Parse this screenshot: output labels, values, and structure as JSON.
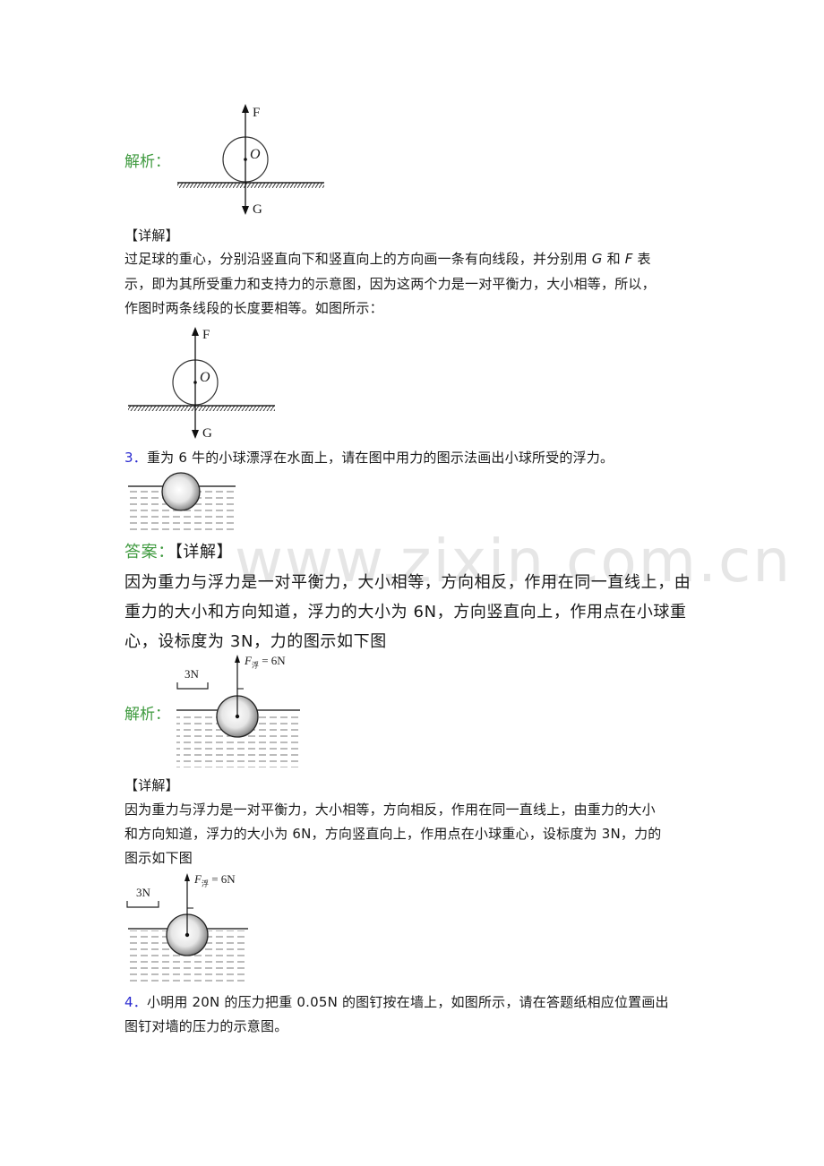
{
  "watermark": "www.zixin.com.cn",
  "q2_tail": {
    "analysis_label": "解析：",
    "diagram1": {
      "force_up": "F",
      "force_down": "G",
      "center": "O"
    },
    "detail_heading": "【详解】",
    "detail_lines": [
      "过足球的重心，分别沿竖直向下和竖直向上的方向画一条有向线段，并分别用 ",
      "G",
      " 和 ",
      "F",
      " 表",
      "示，即为其所受重力和支持力的示意图，因为这两个力是一对平衡力，大小相等，所以，",
      "作图时两条线段的长度要相等。如图所示："
    ],
    "diagram2": {
      "force_up": "F",
      "force_down": "G",
      "center": "O"
    }
  },
  "q3": {
    "number": "3．",
    "question": "重为 6 牛的小球漂浮在水面上，请在图中用力的图示法画出小球所受的浮力。",
    "answer_label": "答案：",
    "answer_heading": "【详解】",
    "answer_lines": [
      "因为重力与浮力是一对平衡力，大小相等，方向相反，作用在同一直线上，由",
      "重力的大小和方向知道，浮力的大小为 6N，方向竖直向上，作用点在小球重",
      "心，设标度为 3N，力的图示如下图"
    ],
    "analysis_label": "解析：",
    "scale_label": "3N",
    "force_label_F": "F",
    "force_label_sub": "浮",
    "force_label_value": " = 6N",
    "detail_heading": "【详解】",
    "detail_lines": [
      "因为重力与浮力是一对平衡力，大小相等，方向相反，作用在同一直线上，由重力的大小",
      "和方向知道，浮力的大小为 6N，方向竖直向上，作用点在小球重心，设标度为 3N，力的",
      "图示如下图"
    ]
  },
  "q4": {
    "number": "4．",
    "question_lines": [
      "小明用 20N 的压力把重 0.05N 的图钉按在墙上，如图所示，请在答题纸相应位置画出",
      "图钉对墙的压力的示意图。"
    ]
  }
}
